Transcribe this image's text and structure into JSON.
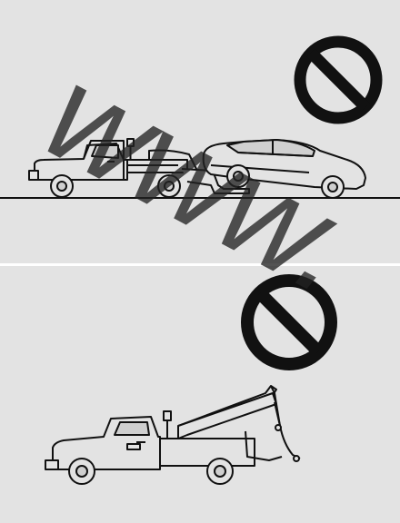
{
  "figure": {
    "panels": [
      {
        "id": "top",
        "depiction": "tow-truck-lifting-car-front",
        "prohibited": true
      },
      {
        "id": "bottom",
        "depiction": "hook-and-chain-wrecker",
        "prohibited": true
      }
    ],
    "watermark": {
      "text": "www."
    },
    "colors": {
      "panel_bg": "#e3e3e3",
      "divider": "#ffffff",
      "line": "#111111",
      "watermark": "#222222",
      "tint": "#e8e8e8"
    }
  }
}
